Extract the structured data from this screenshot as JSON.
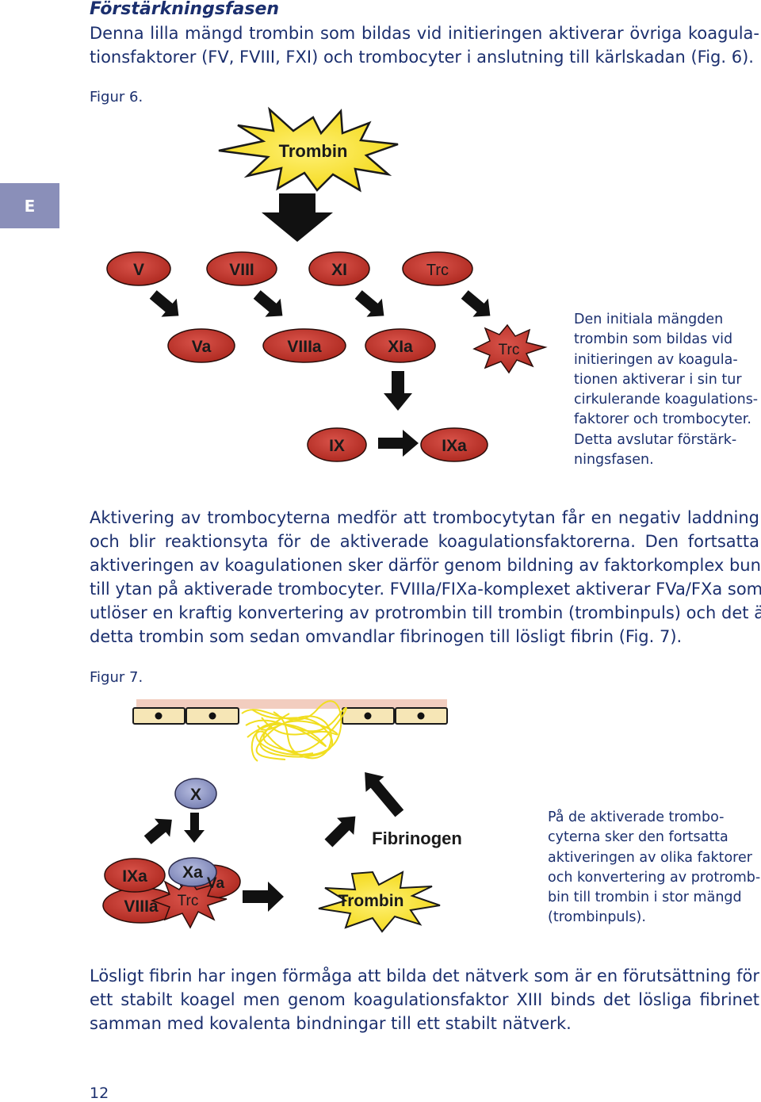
{
  "heading": "Förstärkningsfasen",
  "intro_lines": [
    "Denna lilla mängd trombin som bildas vid initieringen aktiverar övriga koagula-",
    "tionsfaktorer (FV, FVIII, FXI) och trombocyter i anslutning till kärlskadan (Fig. 6)."
  ],
  "side_tab": "E",
  "figure6": {
    "caption": "Figur 6.",
    "thrombin_label": "Trombin",
    "top_row": [
      "V",
      "VIII",
      "XI",
      "Trc"
    ],
    "mid_row": [
      "Va",
      "VIIIa",
      "XIa",
      "Trc"
    ],
    "bottom_row": [
      "IX",
      "IXa"
    ],
    "side_text_lines": [
      "Den initiala mängden",
      "trombin som bildas vid",
      "initieringen av koagula-",
      "tionen aktiverar i sin tur",
      "cirkulerande koagulations-",
      "faktorer och trombocyter.",
      "Detta avslutar förstärk-",
      "ningsfasen."
    ]
  },
  "body_lines": [
    "Aktivering av trombocyterna medför att trombocytytan får en negativ laddning",
    "och blir reaktionsyta för de aktiverade koagulationsfaktorerna. Den fortsatta",
    "aktiveringen av koagulationen sker därför genom bildning av faktorkomplex bundna",
    "till ytan på aktiverade trombocyter. FVIIIa/FIXa-komplexet aktiverar FVa/FXa som",
    "utlöser en kraftig konvertering av protrombin till trombin (trombinpuls) och det är",
    "detta trombin som sedan omvandlar fibrinogen till lösligt fibrin (Fig. 7)."
  ],
  "figure7": {
    "caption": "Figur 7.",
    "x_label": "X",
    "complex_labels": [
      "IXa",
      "VIIIa",
      "Xa",
      "Va",
      "Trc"
    ],
    "fibrinogen_label": "Fibrinogen",
    "thrombin_label": "Trombin",
    "side_text_lines": [
      "På de aktiverade trombo-",
      "cyterna sker den fortsatta",
      "aktiveringen av olika faktorer",
      "och konvertering av protromb-",
      "bin till trombin i stor mängd",
      "(trombinpuls)."
    ]
  },
  "closing_lines": [
    "Lösligt fibrin har ingen förmåga att bilda det nätverk som är en förutsättning för",
    "ett stabilt koagel men genom koagulationsfaktor XIII binds det lösliga fibrinet",
    "samman med kovalenta bindningar till ett stabilt nätverk."
  ],
  "page_number": "12",
  "colors": {
    "text": "#1b2f6e",
    "tab": "#8a8fb9",
    "thrombin_burst": "#f4e11a",
    "factor_fill": "#c0312b",
    "active_fill": "#b22a1e",
    "xa_fill": "#8b94c2"
  }
}
